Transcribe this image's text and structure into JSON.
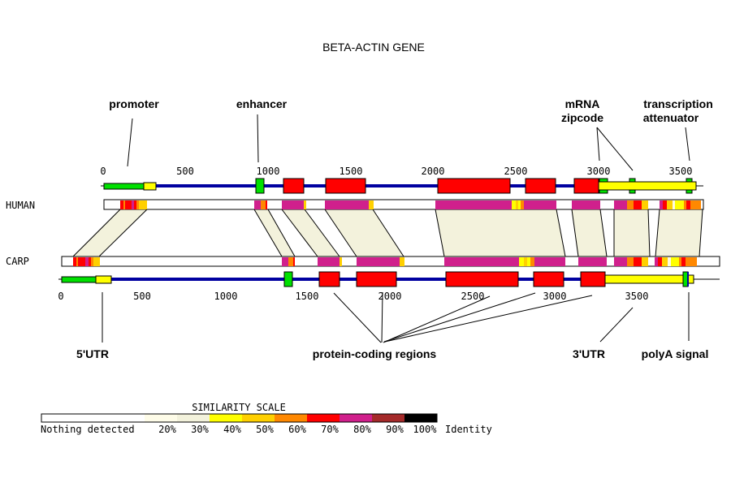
{
  "title": "BETA-ACTIN GENE",
  "colors": {
    "line": "#0000a0",
    "exon": "#ff0000",
    "utr": "#ffff00",
    "promoter": "#00e000",
    "shade": "#f3f2dc"
  },
  "human": {
    "label": "HUMAN",
    "ticks": [
      "0",
      "500",
      "1000",
      "1500",
      "2000",
      "2500",
      "3000",
      "3500"
    ]
  },
  "carp": {
    "label": "CARP",
    "ticks": [
      "0",
      "500",
      "1000",
      "1500",
      "2000",
      "2500",
      "3000",
      "3500"
    ]
  },
  "annotations": {
    "promoter": "promoter",
    "enhancer": "enhancer",
    "zipcode_1": "mRNA",
    "zipcode_2": "zipcode",
    "attenuator_1": "transcription",
    "attenuator_2": "attenuator",
    "utr5": "5'UTR",
    "coding": "protein-coding regions",
    "utr3": "3'UTR",
    "polya": "polyA signal"
  },
  "scale": {
    "title": "SIMILARITY SCALE",
    "labels": [
      "Nothing detected",
      "20%",
      "30%",
      "40%",
      "50%",
      "60%",
      "70%",
      "80%",
      "90%",
      "100%",
      "Identity"
    ],
    "colors": [
      "#ffffff",
      "#fefce8",
      "#f3f2dc",
      "#ffff00",
      "#ffd000",
      "#ff8800",
      "#ff0000",
      "#d0208c",
      "#a52a2a",
      "#000000"
    ]
  }
}
